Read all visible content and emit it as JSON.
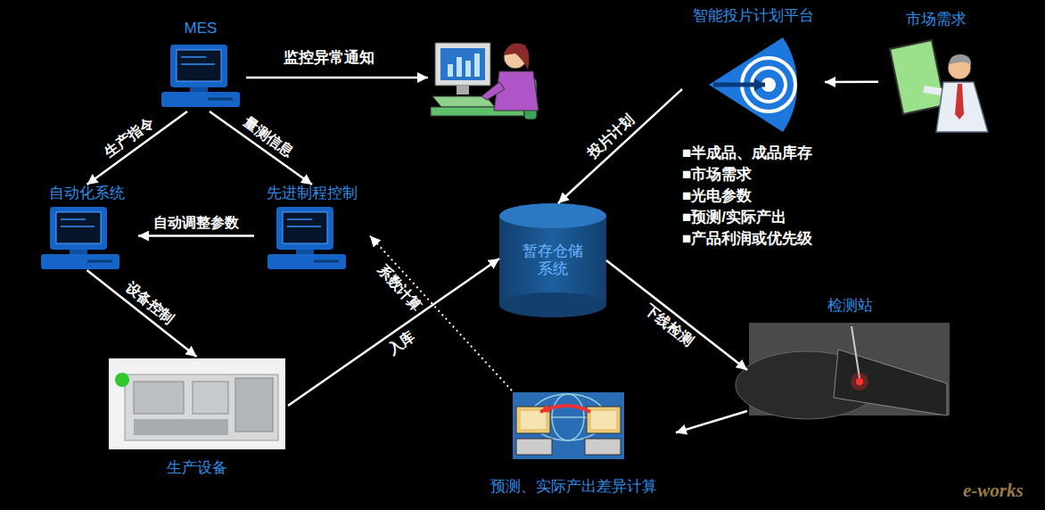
{
  "diagram": {
    "nodes": [
      {
        "text": [
          "MES"
        ]
      },
      {
        "text": [
          "智能投片计划平台"
        ]
      },
      {
        "text": [
          "市场需求"
        ]
      },
      {
        "text": [
          "自动化系统"
        ]
      },
      {
        "text": [
          "先进制程控制"
        ]
      },
      {
        "text": [
          "暂存仓储 系统"
        ]
      },
      {
        "text": [
          "检测站"
        ]
      },
      {
        "text": [
          "生产设备"
        ]
      },
      {
        "text": [
          "预测、实际产出差异计算"
        ]
      }
    ],
    "edges": [
      {
        "from": 0,
        "to": 3,
        "label": "生产指令",
        "arrow": "to"
      },
      {
        "from": 0,
        "to": 4,
        "label": "量测信息",
        "arrow": "to"
      },
      {
        "from": 4,
        "to": 3,
        "label": "自动调整参数",
        "arrow": "to"
      },
      {
        "from": 3,
        "to": 7,
        "label": "设备控制",
        "arrow": "to"
      },
      {
        "from": 7,
        "to": 5,
        "label": "入库",
        "arrow": "to"
      },
      {
        "from": 1,
        "to": 5,
        "label": "投片计划",
        "arrow": "to"
      },
      {
        "from": 2,
        "to": 1,
        "arrow": "to"
      },
      {
        "from": 5,
        "to": 6,
        "label": "下线检测",
        "arrow": "to"
      },
      {
        "from": 6,
        "to": 8,
        "arrow": "to"
      },
      {
        "from": 8,
        "to": 4,
        "label": "系数计算",
        "arrow": "to"
      }
    ],
    "labels": [
      "监控异常通知",
      "■半成品、成品库存",
      "■市场需求",
      "■光电参数",
      "■预测/实际产出",
      "■产品利润或优先级",
      "e-works"
    ]
  }
}
